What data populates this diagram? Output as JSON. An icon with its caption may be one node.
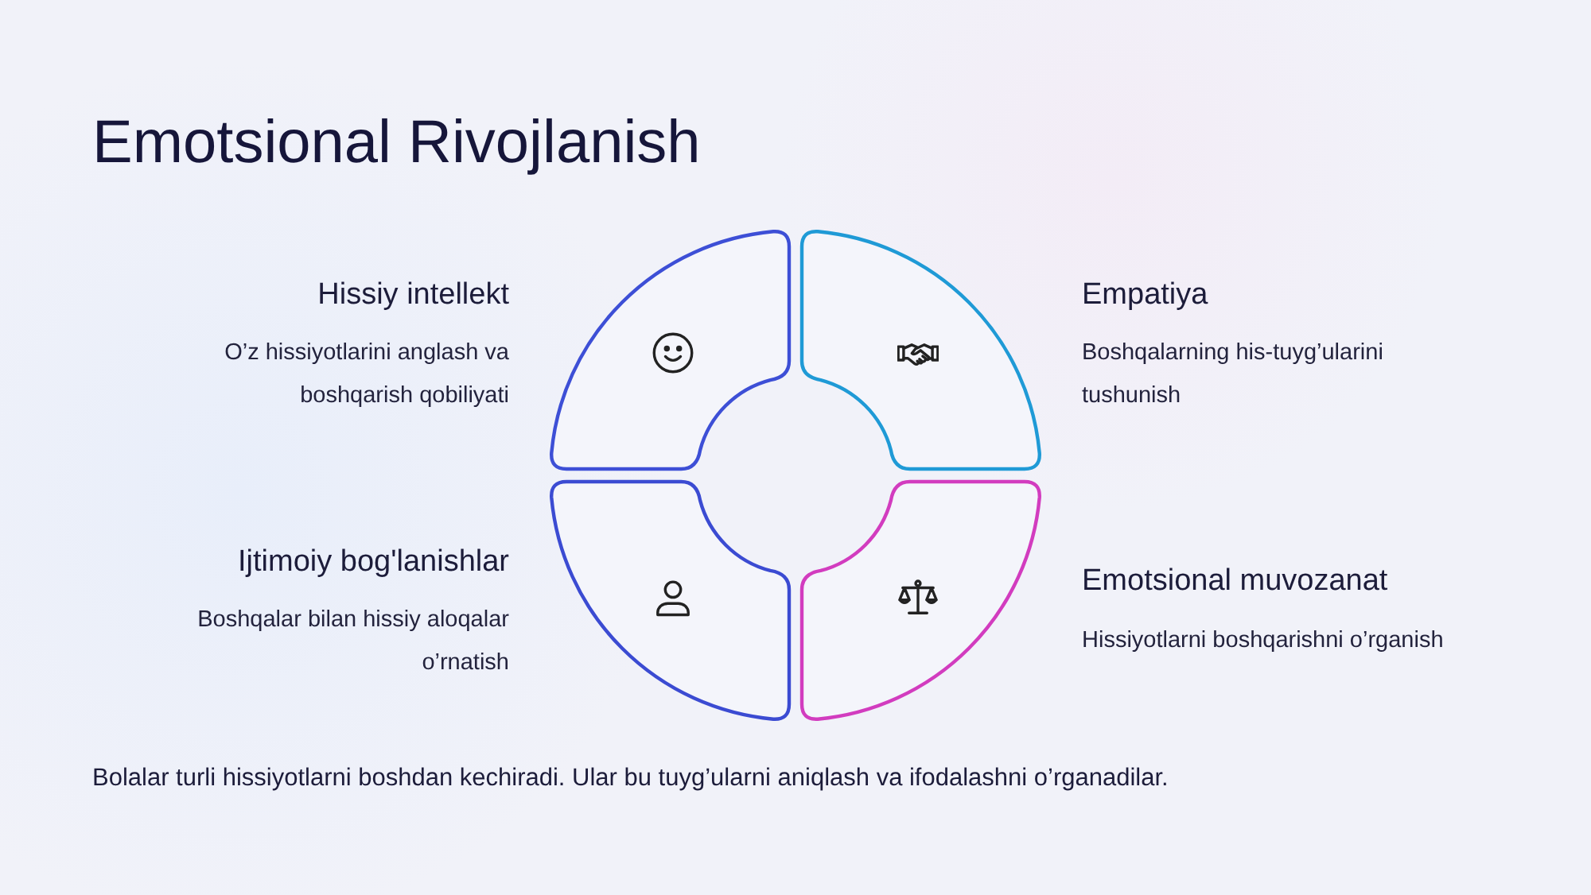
{
  "diagram": {
    "title": "Emotsional Rivojlanish",
    "caption": "Bolalar turli hissiyotlarni boshdan kechiradi. Ular bu tuyg’ularni aniqlash va ifodalashni o’rganadilar.",
    "nodes": [
      {
        "text": [
          "Hissiy intellekt",
          "O’z hissiyotlarini anglash va boshqarish qobiliyati"
        ]
      },
      {
        "text": [
          "Empatiya",
          "Boshqalarning his-tuyg’ularini tushunish"
        ]
      },
      {
        "text": [
          "Ijtimoiy bog'lanishlar",
          "Boshqalar bilan hissiy aloqalar o’rnatish"
        ]
      },
      {
        "text": [
          "Emotsional muvozanat",
          "Hissiyotlarni boshqarishni o’rganish"
        ]
      }
    ]
  }
}
